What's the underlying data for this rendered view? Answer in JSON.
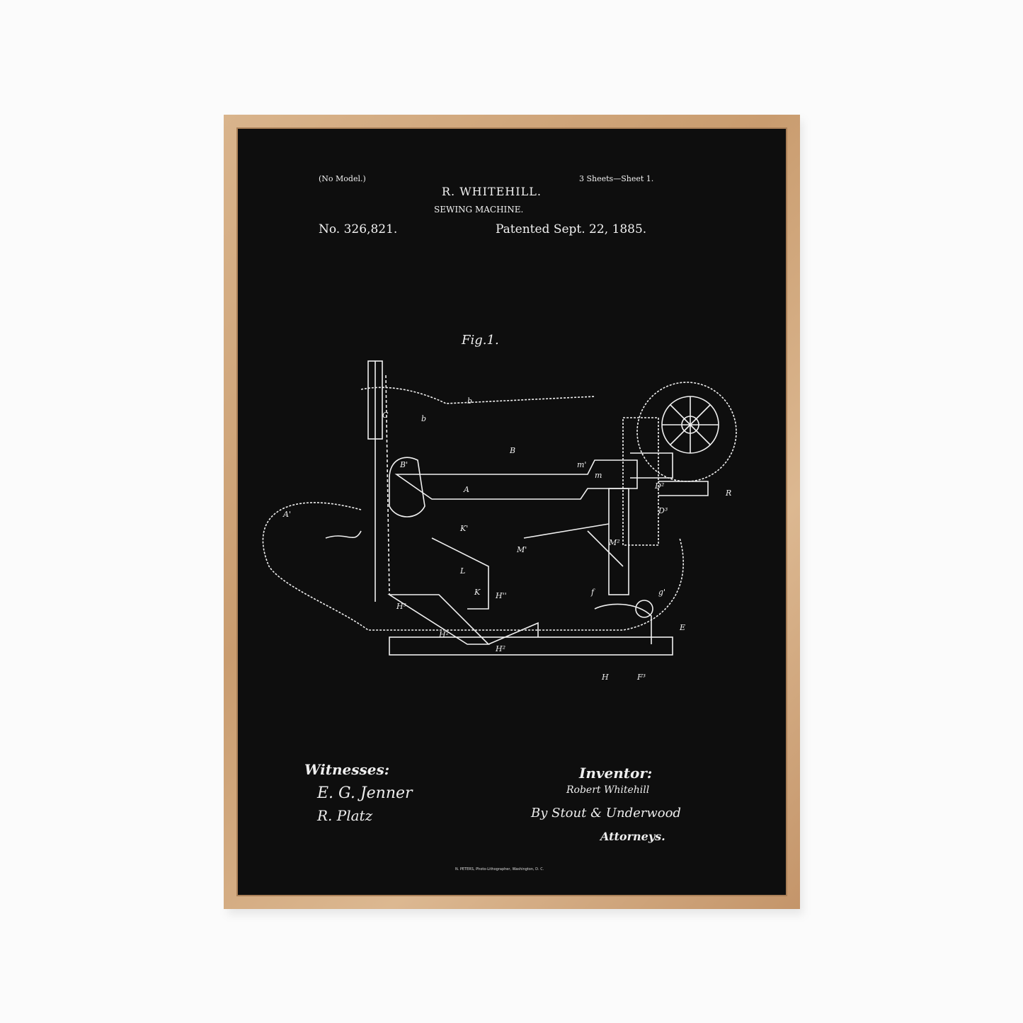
{
  "poster": {
    "no_model": "(No Model.)",
    "sheets": "3 Sheets—Sheet 1.",
    "inventor_name": "R. WHITEHILL.",
    "title": "SEWING MACHINE.",
    "patent_number": "No. 326,821.",
    "patent_date": "Patented Sept. 22, 1885.",
    "figure_label": "Fig.1.",
    "witnesses_label": "Witnesses:",
    "witness_1": "E. G. Jenner",
    "witness_2": "R. Platz",
    "inventor_label": "Inventor:",
    "inventor_signature": "Robert Whitehill",
    "by_attorneys": "By Stout & Underwood",
    "attorneys_label": "Attorneys.",
    "footer": "N. PETERS, Photo-Lithographer, Washington, D. C."
  },
  "colors": {
    "frame": "#c99c6f",
    "paper": "#0e0e0e",
    "ink": "#f2f2f2"
  }
}
